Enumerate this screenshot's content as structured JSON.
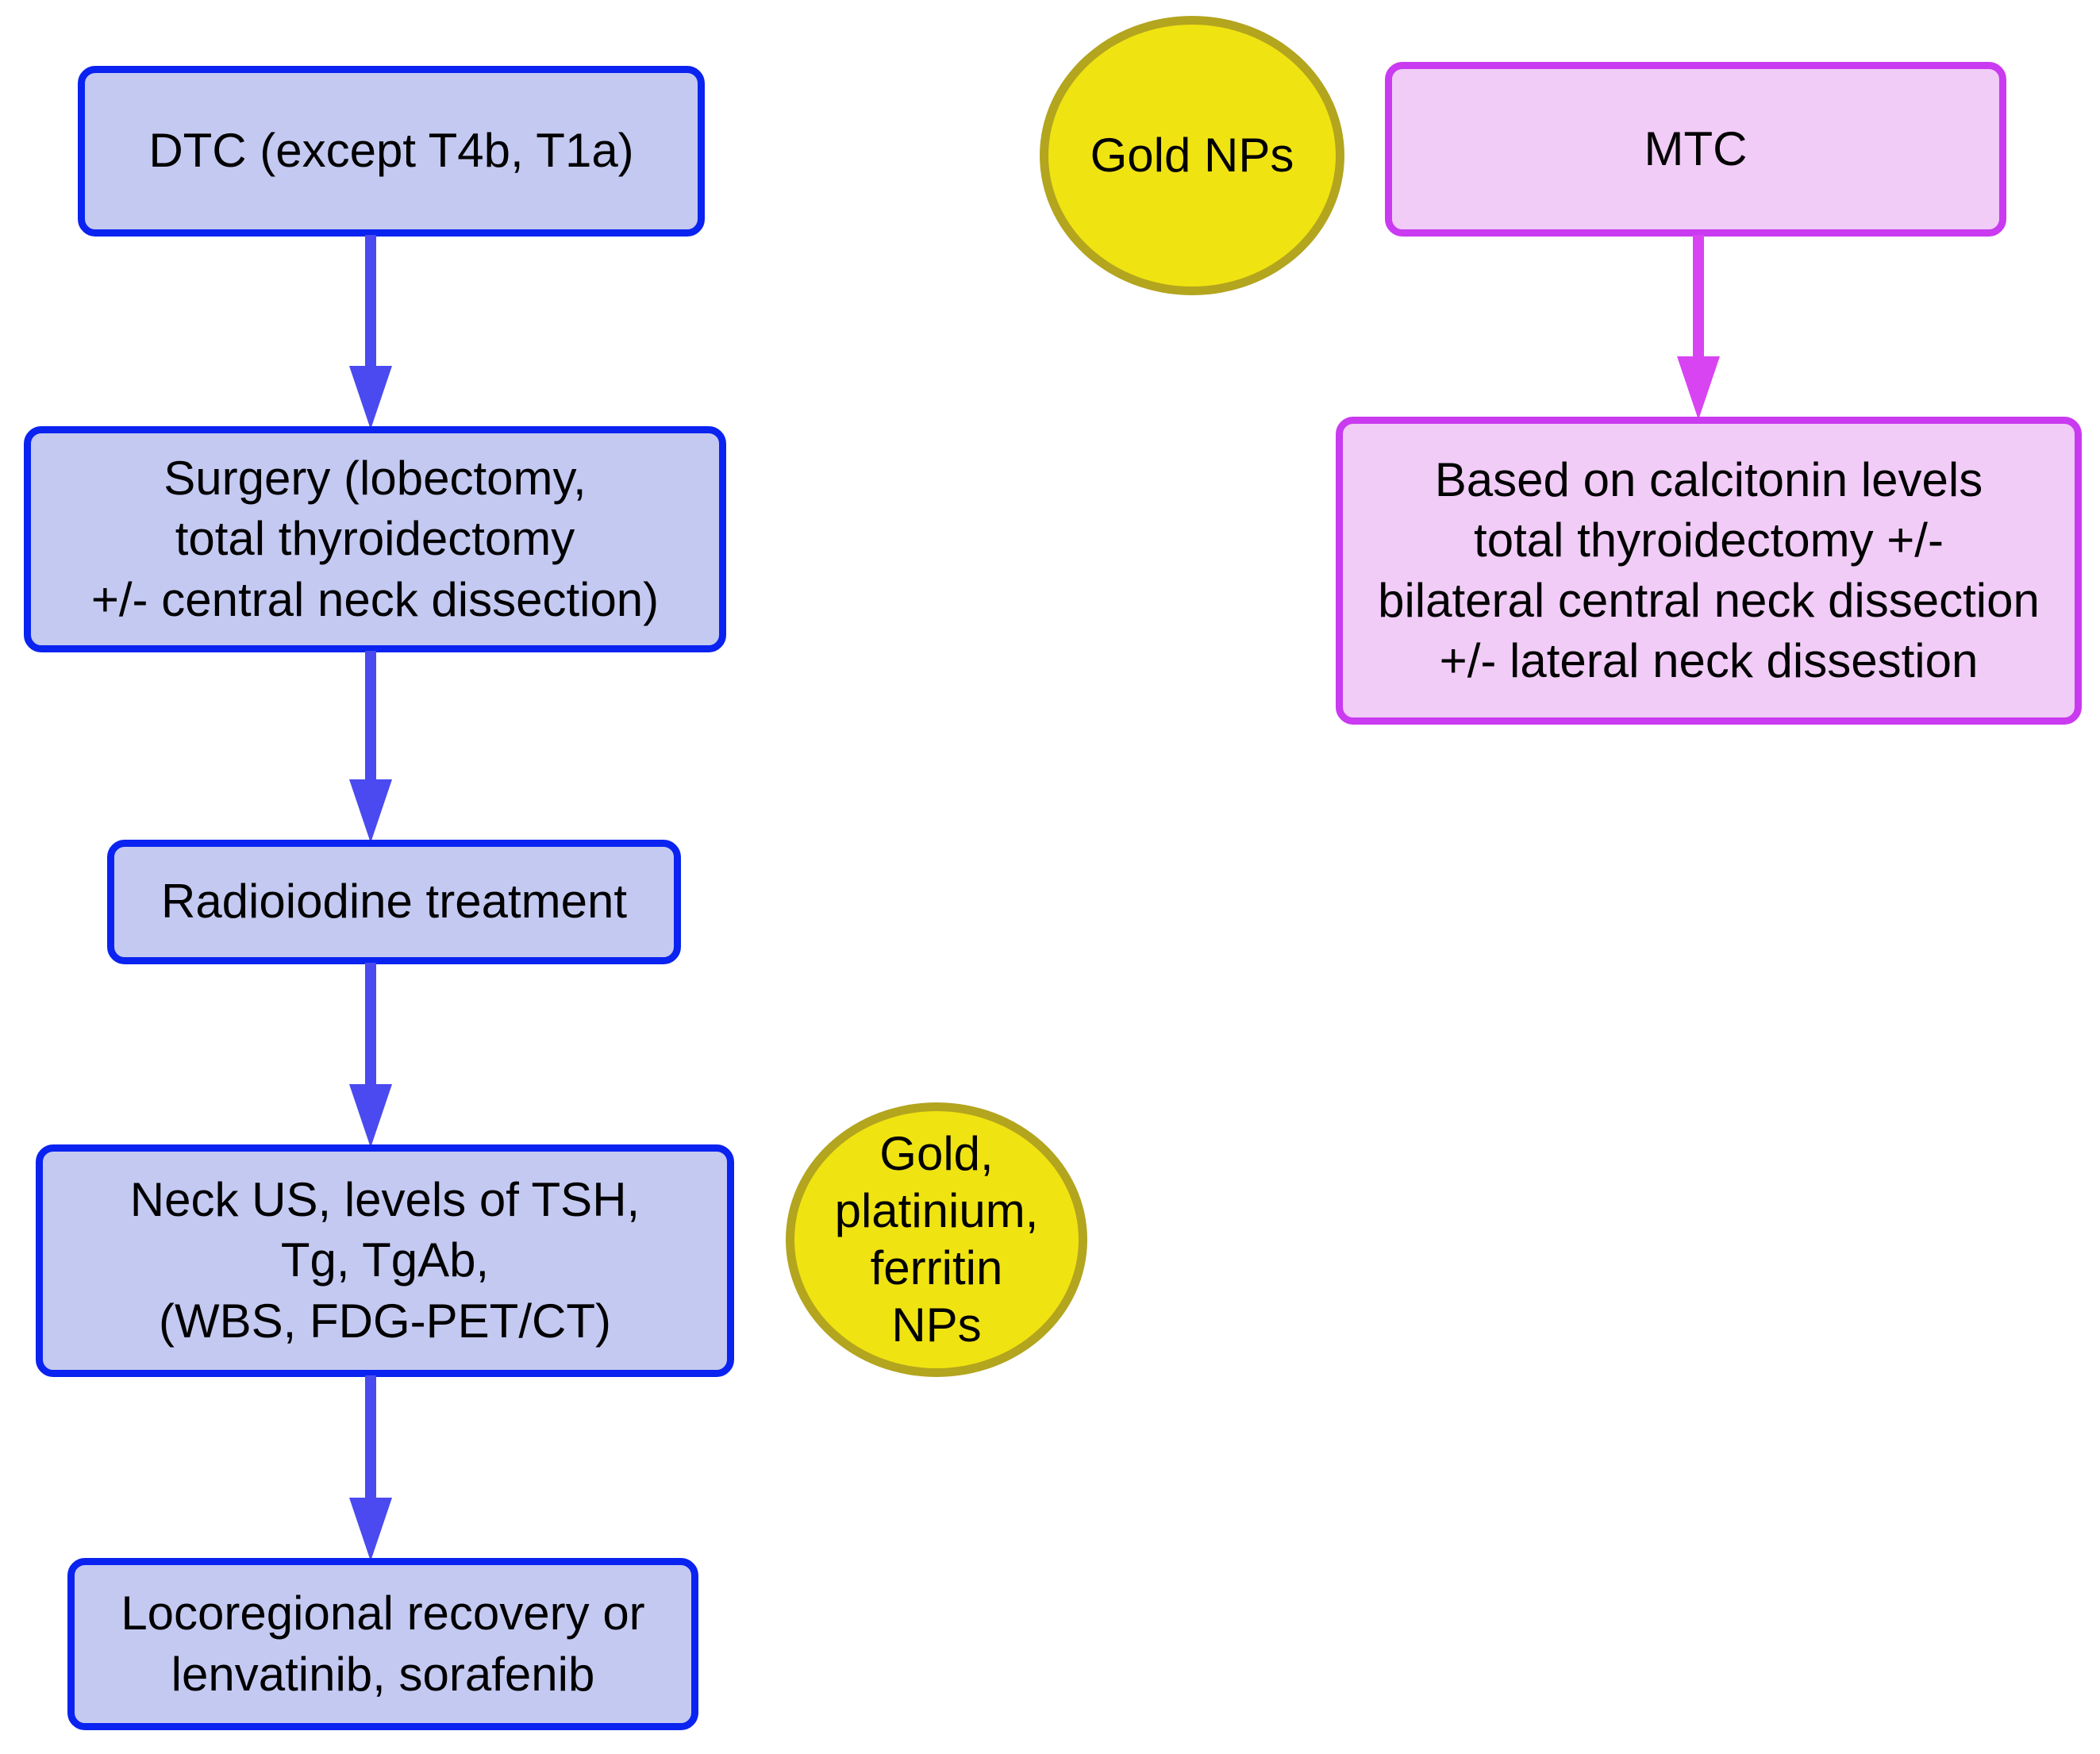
{
  "palette": {
    "blue_box_border": "#0a23f0",
    "blue_box_fill": "#c4c9f1",
    "blue_arrow": "#4a4af0",
    "magenta_box_border": "#c93af0",
    "magenta_box_fill": "#f0ccf6",
    "magenta_arrow": "#d944f2",
    "yellow_circle_fill": "#f0e312",
    "yellow_circle_border": "#b3a51e",
    "text": "#000000",
    "background": "#ffffff"
  },
  "nodes": {
    "dtc": {
      "shape": "rect",
      "theme": "blue",
      "label": "DTC (except T4b, T1a)"
    },
    "surgery": {
      "shape": "rect",
      "theme": "blue",
      "label": "Surgery (lobectomy,\ntotal thyroidectomy\n+/- central neck dissection)"
    },
    "radioiodine": {
      "shape": "rect",
      "theme": "blue",
      "label": "Radioiodine treatment"
    },
    "neck_us": {
      "shape": "rect",
      "theme": "blue",
      "label": "Neck US, levels of TSH,\nTg, TgAb,\n(WBS, FDG-PET/CT)"
    },
    "locoregional": {
      "shape": "rect",
      "theme": "blue",
      "label": "Locoregional recovery or\nlenvatinib, sorafenib"
    },
    "mtc": {
      "shape": "rect",
      "theme": "pink",
      "label": "MTC"
    },
    "calcitonin": {
      "shape": "rect",
      "theme": "pink",
      "label": "Based on calcitonin levels\ntotal thyroidectomy +/-\nbilateral central neck dissection\n+/- lateral neck dissestion"
    },
    "gold_nps": {
      "shape": "ellipse",
      "theme": "yellow",
      "label": "Gold NPs"
    },
    "gold_platinium_ferritin_nps": {
      "shape": "ellipse",
      "theme": "yellow",
      "label": "Gold,\nplatinium,\nferritin\nNPs"
    }
  },
  "edges": [
    {
      "from": "dtc",
      "to": "surgery",
      "color": "blue"
    },
    {
      "from": "surgery",
      "to": "radioiodine",
      "color": "blue"
    },
    {
      "from": "radioiodine",
      "to": "neck_us",
      "color": "blue"
    },
    {
      "from": "neck_us",
      "to": "locoregional",
      "color": "blue"
    },
    {
      "from": "mtc",
      "to": "calcitonin",
      "color": "magenta"
    }
  ]
}
